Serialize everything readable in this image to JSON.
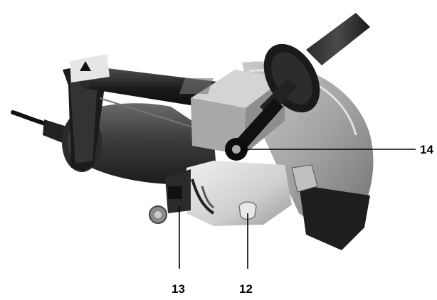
{
  "figure": {
    "subject_icon": "wall-chaser-tool-illustration",
    "callouts": [
      {
        "id": "14",
        "label": "14"
      },
      {
        "id": "13",
        "label": "13"
      },
      {
        "id": "12",
        "label": "12"
      }
    ],
    "colors": {
      "background": "#ffffff",
      "body_dark": "#3a3a3a",
      "guard_gray": "#a9a9a9",
      "housing_light": "#d8d8d8",
      "leader_line": "#000000"
    }
  }
}
